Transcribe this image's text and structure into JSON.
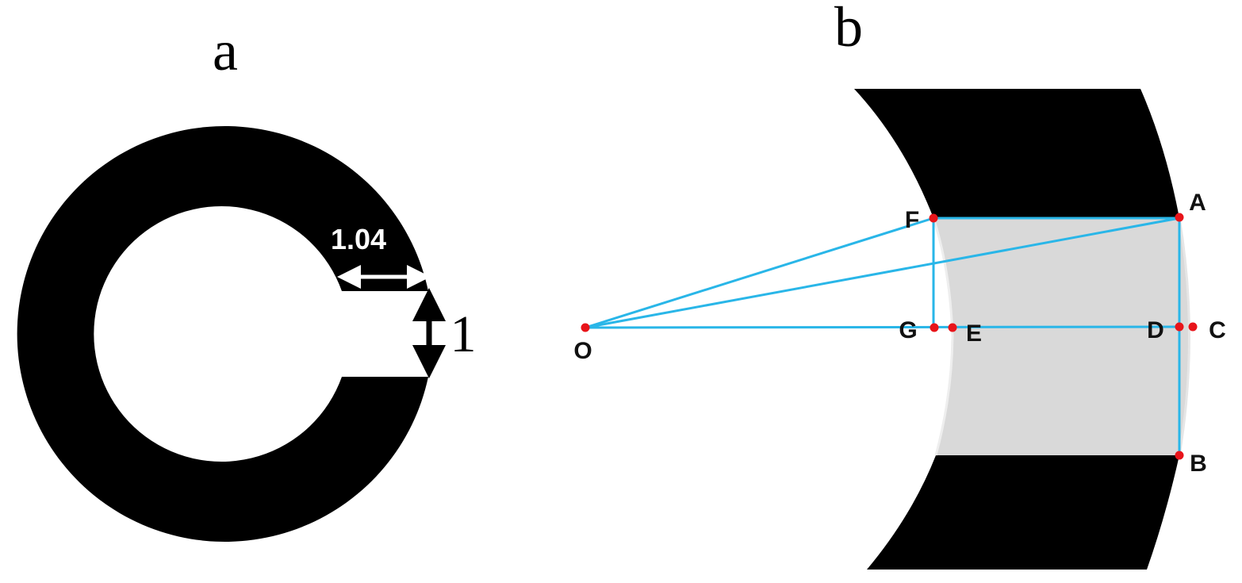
{
  "panel_a": {
    "label": "a",
    "gap_width_label": "1.04",
    "gap_height_label": "1"
  },
  "panel_b": {
    "label": "b",
    "points": {
      "A": "A",
      "B": "B",
      "C": "C",
      "D": "D",
      "E": "E",
      "F": "F",
      "G": "G",
      "O": "O"
    }
  },
  "colors": {
    "ring": "#000000",
    "construction_lines": "#29b6e8",
    "points": "#e8141a",
    "shaded_region": "#d9d9d9"
  }
}
